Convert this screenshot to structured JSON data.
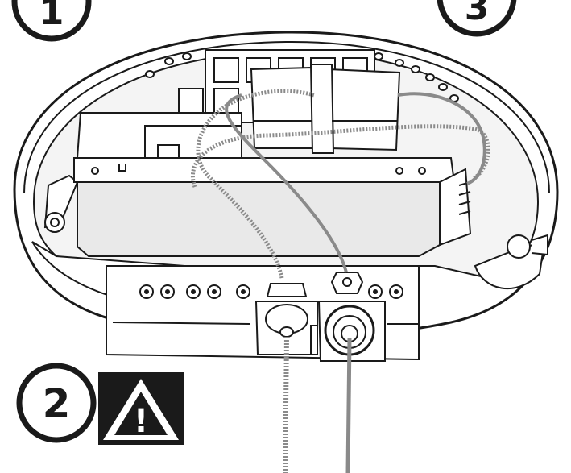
{
  "steps": {
    "step_1": "1",
    "step_2": "2",
    "step_3": "3"
  },
  "warning": {
    "mark": "!"
  },
  "icons": {
    "warning": "warning-triangle-icon"
  },
  "colors": {
    "line": "#1a1a1a",
    "fill": "#ffffff",
    "panel": "#f4f4f4",
    "shade": "#e9e9e9",
    "cable": "#8a8a8a",
    "warning_bg": "#1a1a1a",
    "warning_fg": "#ffffff"
  }
}
